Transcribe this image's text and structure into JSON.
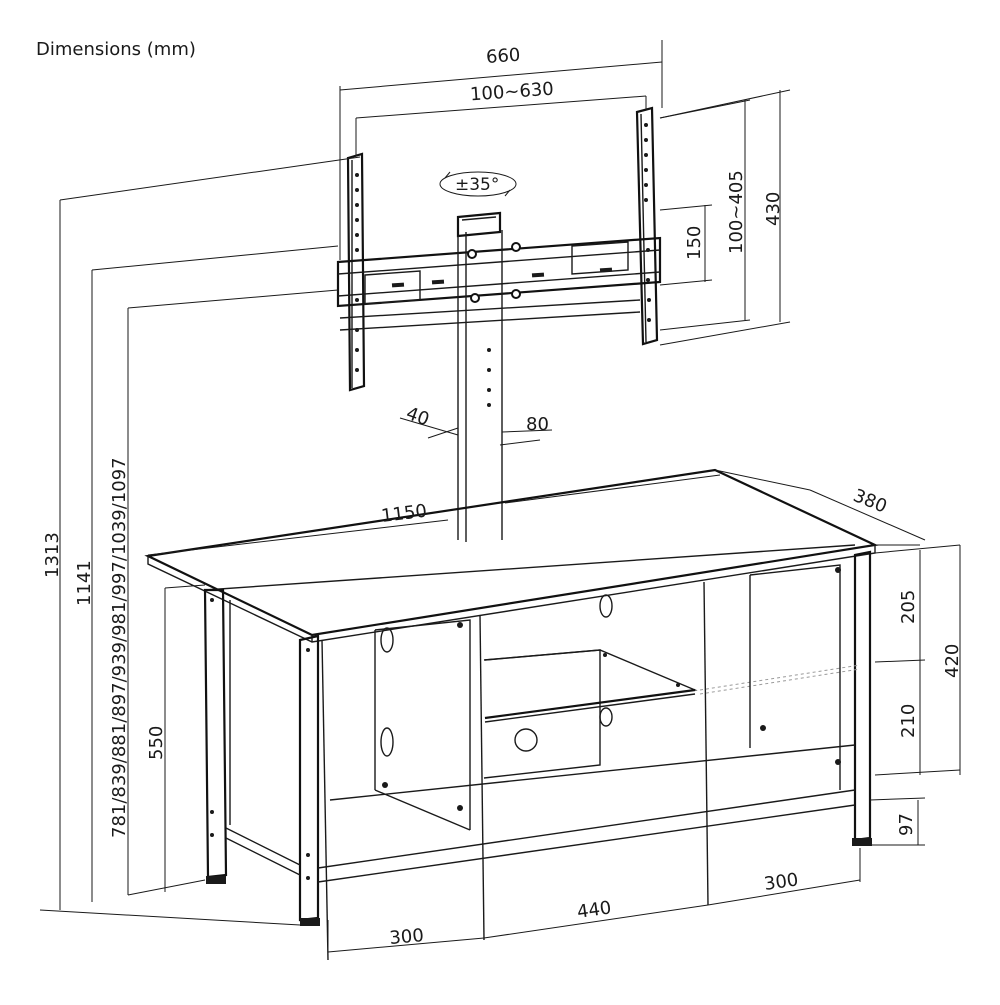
{
  "title": "Dimensions (mm)",
  "dims": {
    "mount_total_width": "660",
    "mount_vesa_width": "100~630",
    "rotation": "±35°",
    "mount_height": "430",
    "mount_vesa_height": "100~405",
    "mount_inner": "150",
    "pole_depth": "40",
    "pole_width": "80",
    "total_height": "1313",
    "height_max": "1141",
    "height_range": "781/839/881/897/939/981/997/1039/1097",
    "table_height": "550",
    "width": "1150",
    "depth": "380",
    "upper_shelf": "205",
    "lower_shelf": "210",
    "cabinet_height": "420",
    "leg_height": "97",
    "left_compartment": "300",
    "middle_compartment": "440",
    "right_compartment": "300"
  }
}
